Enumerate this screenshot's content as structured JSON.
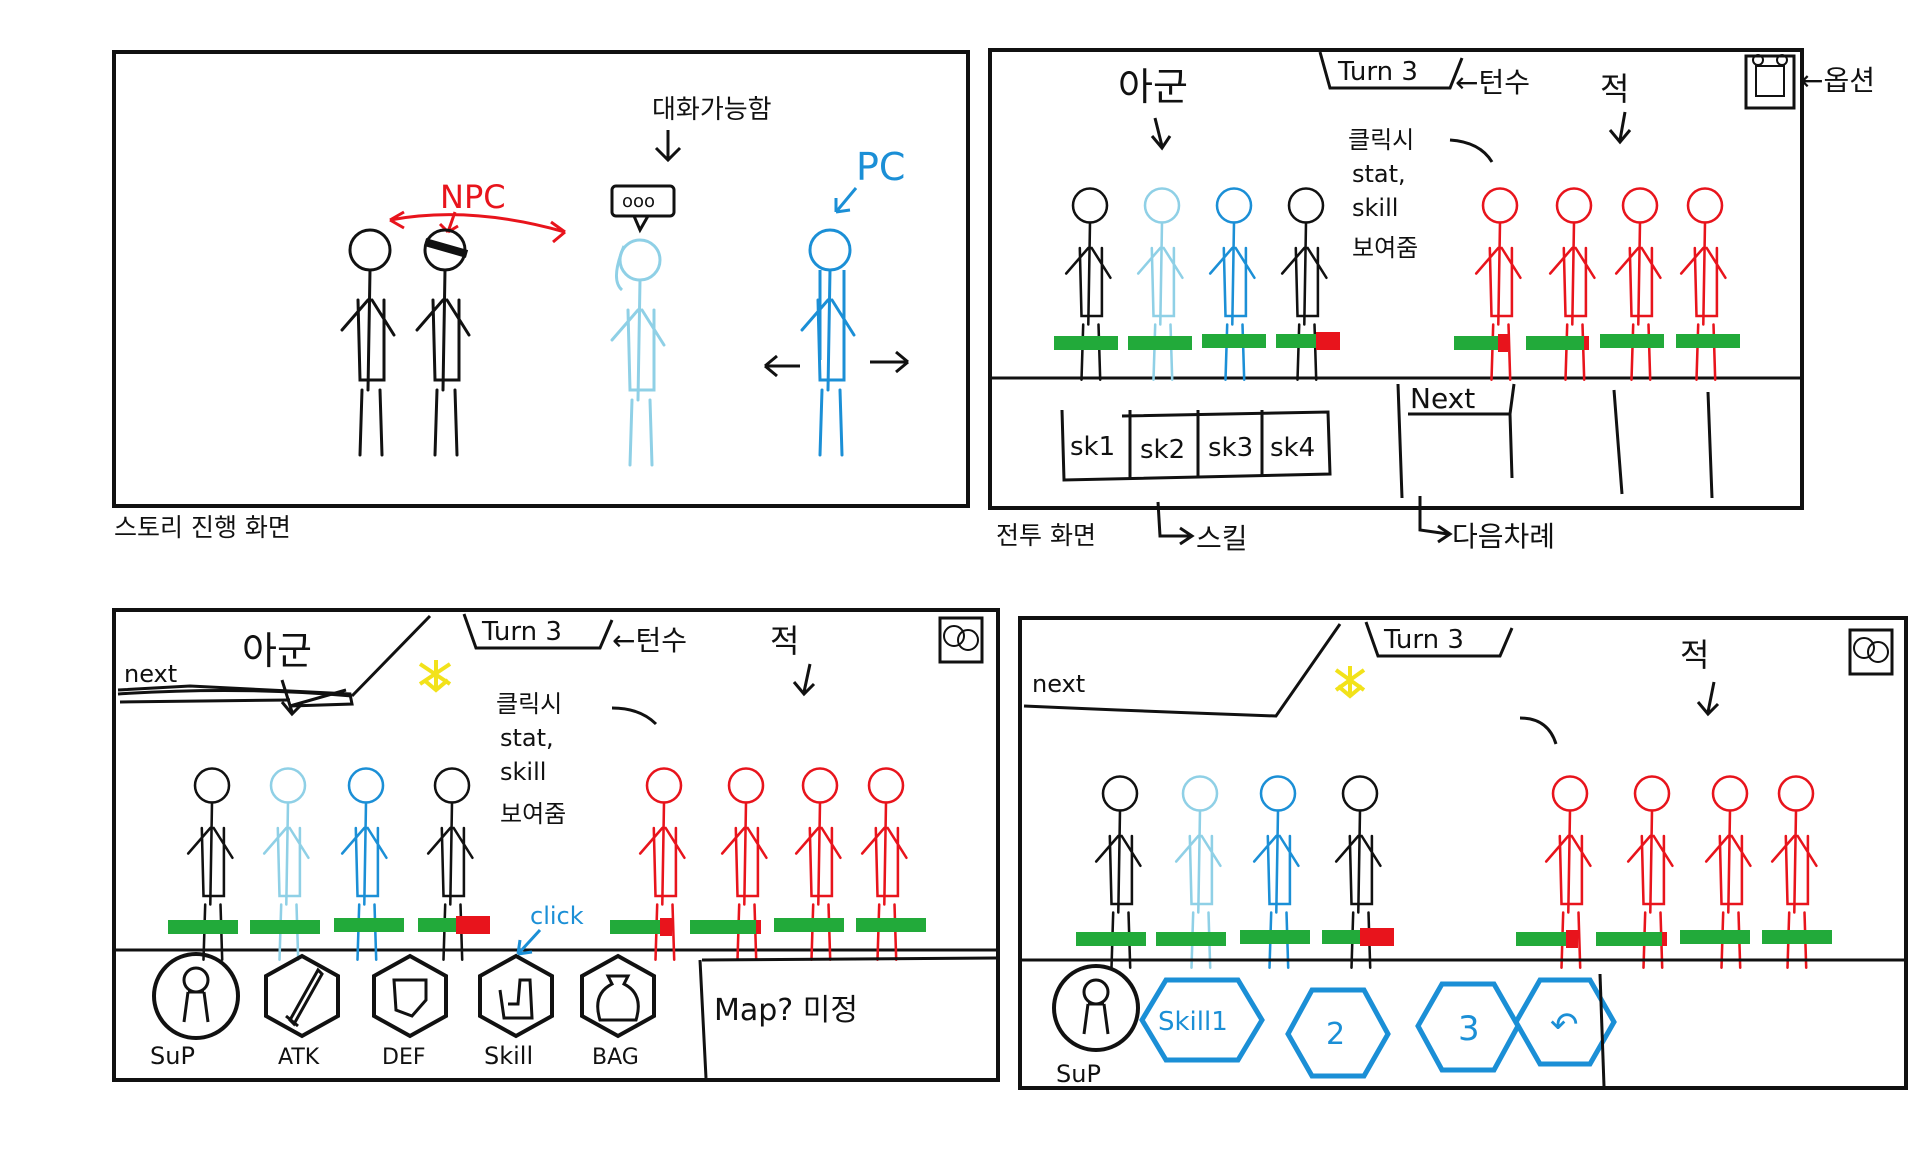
{
  "colors": {
    "ink": "#111111",
    "red": "#e8141c",
    "blue": "#1b8fd6",
    "lightblue": "#8fd0e6",
    "green": "#22aa3a",
    "hp_red": "#e8141c",
    "yellow": "#f2e21a",
    "frame": "#111111"
  },
  "panel_story": {
    "caption": "스토리 진행 화면",
    "npc_label": "NPC",
    "talkable_label": "대화가능함",
    "speech_bubble": "ооо",
    "pc_label": "PC"
  },
  "panel_battle": {
    "caption": "전투 화면",
    "ally_label": "아군",
    "turn_label": "Turn 3",
    "turn_note": "←턴수",
    "enemy_label": "적",
    "click_note_lines": [
      "클릭시",
      "stat,",
      "skill",
      "보여줌"
    ],
    "option_note": "←옵션",
    "skills": [
      "sk1",
      "sk2",
      "sk3",
      "sk4"
    ],
    "next_label": "Next",
    "skill_note": "스킬",
    "next_note": "다음차례"
  },
  "panel_menu": {
    "next_label": "next",
    "ally_label": "아군",
    "turn_label": "Turn 3",
    "turn_note": "←턴수",
    "enemy_label": "적",
    "click_note_lines": [
      "클릭시",
      "stat,",
      "skill",
      "보여줌"
    ],
    "click_label": "click",
    "buttons": [
      "SuP",
      "ATK",
      "DEF",
      "Skill",
      "BAG"
    ],
    "map_label": "Map? 미정"
  },
  "panel_skill": {
    "next_label": "next",
    "turn_label": "Turn 3",
    "enemy_label": "적",
    "sup_label": "SuP",
    "hex_buttons": [
      "Skill1",
      "2",
      "3",
      "↶"
    ]
  },
  "icons": [
    "bear-option-icon",
    "sup-icon",
    "atk-sword-icon",
    "def-shield-icon",
    "skill-boot-icon",
    "bag-icon",
    "back-arrow-icon"
  ]
}
